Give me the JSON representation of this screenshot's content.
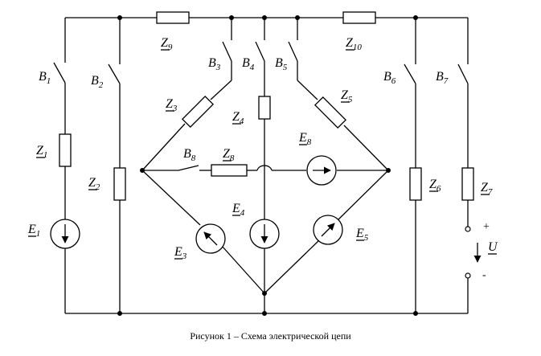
{
  "labels": {
    "Z1": {
      "main": "Z",
      "sub": "1"
    },
    "Z2": {
      "main": "Z",
      "sub": "2"
    },
    "Z3": {
      "main": "Z",
      "sub": "3"
    },
    "Z4": {
      "main": "Z",
      "sub": "4"
    },
    "Z5": {
      "main": "Z",
      "sub": "5"
    },
    "Z6": {
      "main": "Z",
      "sub": "6"
    },
    "Z7": {
      "main": "Z",
      "sub": "7"
    },
    "Z8": {
      "main": "Z",
      "sub": "8"
    },
    "Z9": {
      "main": "Z",
      "sub": "9"
    },
    "Z10": {
      "main": "Z",
      "sub": "10"
    },
    "B1": {
      "main": "B",
      "sub": "1"
    },
    "B2": {
      "main": "B",
      "sub": "2"
    },
    "B3": {
      "main": "B",
      "sub": "3"
    },
    "B4": {
      "main": "B",
      "sub": "4"
    },
    "B5": {
      "main": "B",
      "sub": "5"
    },
    "B6": {
      "main": "B",
      "sub": "6"
    },
    "B7": {
      "main": "B",
      "sub": "7"
    },
    "B8": {
      "main": "B",
      "sub": "8"
    },
    "E1": {
      "main": "E",
      "sub": "1"
    },
    "E3": {
      "main": "E",
      "sub": "3"
    },
    "E4": {
      "main": "E",
      "sub": "4"
    },
    "E5": {
      "main": "E",
      "sub": "5"
    },
    "E8": {
      "main": "E",
      "sub": "8"
    },
    "U": "U",
    "plus": "+",
    "minus": "-"
  },
  "caption": "Рисунок 1 – Схема электрической цепи"
}
